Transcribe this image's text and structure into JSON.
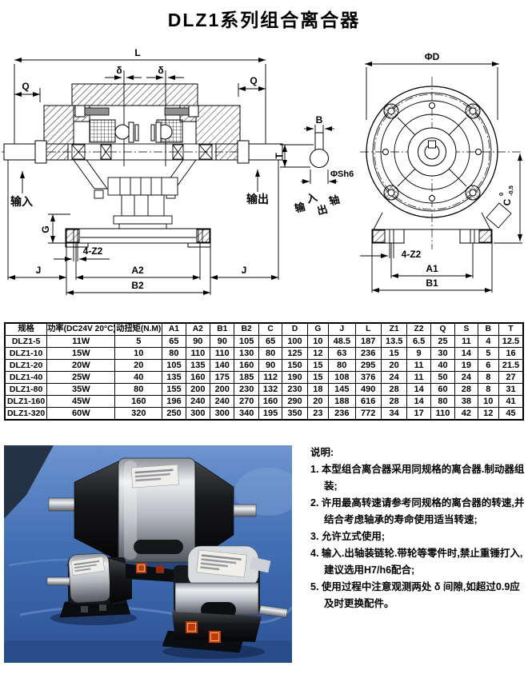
{
  "page": {
    "title": "DLZ1系列组合离合器"
  },
  "drawings": {
    "side_view": {
      "dim_L": "L",
      "dim_delta_left": "δ",
      "dim_delta_right": "δ",
      "dim_Q_left": "Q",
      "dim_Q_right": "Q",
      "dim_G": "G",
      "dim_4Z2": "4-Z2",
      "dim_J_left": "J",
      "dim_A2": "A2",
      "dim_J_right": "J",
      "dim_B2": "B2",
      "input_label": "输入",
      "output_label": "输出"
    },
    "shaft_detail": {
      "dim_B": "B",
      "dim_T": "T",
      "dim_phi": "ΦSh6",
      "caption_chars": [
        "输",
        "入",
        "出",
        "轴"
      ]
    },
    "front_view": {
      "dim_phiD": "ΦD",
      "c_base": "C",
      "c_sup": "0",
      "c_sub": "-0.5",
      "dim_4Z2": "4-Z2",
      "dim_A1": "A1",
      "dim_B1": "B1"
    }
  },
  "table": {
    "headers": [
      "规格",
      "功率(DC24V 20°C)",
      "动扭矩(N.M)",
      "A1",
      "A2",
      "B1",
      "B2",
      "C",
      "D",
      "G",
      "J",
      "L",
      "Z1",
      "Z2",
      "Q",
      "S",
      "B",
      "T"
    ],
    "rows": [
      [
        "DLZ1-5",
        "11W",
        "5",
        "65",
        "90",
        "90",
        "105",
        "65",
        "100",
        "10",
        "48.5",
        "187",
        "13.5",
        "6.5",
        "25",
        "11",
        "4",
        "12.5"
      ],
      [
        "DLZ1-10",
        "15W",
        "10",
        "80",
        "110",
        "110",
        "130",
        "80",
        "125",
        "12",
        "63",
        "236",
        "15",
        "9",
        "30",
        "14",
        "5",
        "16"
      ],
      [
        "DLZ1-20",
        "20W",
        "20",
        "105",
        "135",
        "140",
        "160",
        "90",
        "150",
        "15",
        "80",
        "295",
        "20",
        "11",
        "40",
        "19",
        "6",
        "21.5"
      ],
      [
        "DLZ1-40",
        "25W",
        "40",
        "135",
        "160",
        "175",
        "185",
        "112",
        "190",
        "15",
        "108",
        "376",
        "24",
        "11",
        "50",
        "24",
        "8",
        "27"
      ],
      [
        "DLZ1-80",
        "35W",
        "80",
        "155",
        "200",
        "200",
        "230",
        "132",
        "230",
        "18",
        "145",
        "490",
        "28",
        "14",
        "60",
        "28",
        "8",
        "31"
      ],
      [
        "DLZ1-160",
        "45W",
        "160",
        "196",
        "240",
        "240",
        "270",
        "160",
        "290",
        "20",
        "188",
        "616",
        "28",
        "14",
        "80",
        "38",
        "10",
        "41"
      ],
      [
        "DLZ1-320",
        "60W",
        "320",
        "250",
        "300",
        "300",
        "340",
        "195",
        "350",
        "23",
        "236",
        "772",
        "34",
        "17",
        "110",
        "42",
        "12",
        "45"
      ]
    ]
  },
  "notes": {
    "heading": "说明:",
    "items": [
      "1. 本型组合离合器采用同规格的离合器.制动器组装;",
      "2. 许用最高转速请参考同规格的离合器的转速,并结合考虑轴承的寿命使用适当转速;",
      "3. 允许立式使用;",
      "4. 输入.出轴装链轮.带轮等零件时,禁止重锤打入,建议选用H7/h6配合;",
      "5. 使用过程中注意观测两处 δ 间隙,如超过0.9应及时更换配件。"
    ]
  }
}
